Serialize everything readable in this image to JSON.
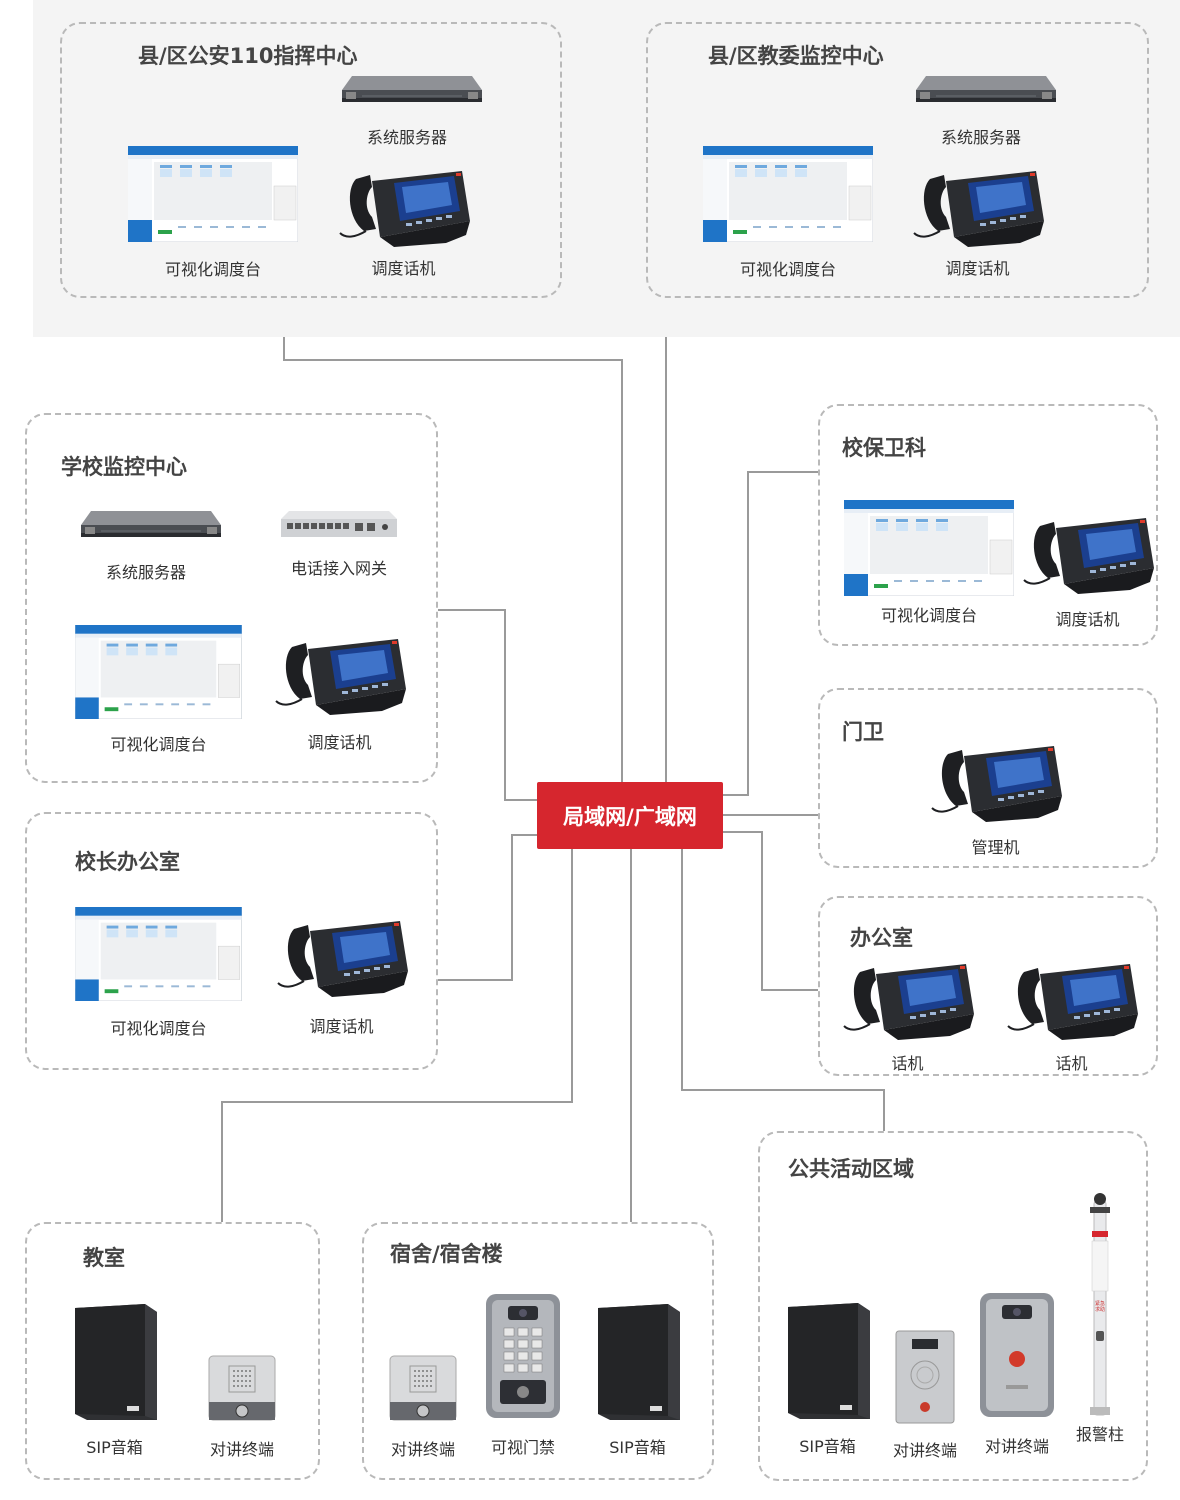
{
  "colors": {
    "hub": "#d6262e",
    "line": "#9a9a9a",
    "panel_border": "#b9b9b9",
    "top_band": "#f4f4f4"
  },
  "hub": {
    "label": "局域网/广域网"
  },
  "panels": {
    "police": {
      "title": "县/区公安110指挥中心",
      "server": "系统服务器",
      "console": "可视化调度台",
      "phone": "调度话机"
    },
    "education": {
      "title": "县/区教委监控中心",
      "server": "系统服务器",
      "console": "可视化调度台",
      "phone": "调度话机"
    },
    "school_monitor": {
      "title": "学校监控中心",
      "server": "系统服务器",
      "gateway": "电话接入网关",
      "console": "可视化调度台",
      "phone": "调度话机"
    },
    "principal": {
      "title": "校长办公室",
      "console": "可视化调度台",
      "phone": "调度话机"
    },
    "security": {
      "title": "校保卫科",
      "console": "可视化调度台",
      "phone": "调度话机"
    },
    "gate": {
      "title": "门卫",
      "phone": "管理机"
    },
    "office": {
      "title": "办公室",
      "phone1": "话机",
      "phone2": "话机"
    },
    "classroom": {
      "title": "教室",
      "speaker": "SIP音箱",
      "intercom": "对讲终端"
    },
    "dorm": {
      "title": "宿舍/宿舍楼",
      "intercom": "对讲终端",
      "door": "可视门禁",
      "speaker": "SIP音箱"
    },
    "public": {
      "title": "公共活动区域",
      "speaker": "SIP音箱",
      "intercom1": "对讲终端",
      "intercom2": "对讲终端",
      "pillar": "报警柱"
    }
  },
  "icons": [
    "server-icon",
    "gateway-icon",
    "console-icon",
    "video-phone-icon",
    "speaker-icon",
    "intercom-icon",
    "door-access-icon",
    "alarm-pillar-icon"
  ],
  "alarm_pillar_sign": [
    "紧急求助",
    "紧急求助"
  ]
}
